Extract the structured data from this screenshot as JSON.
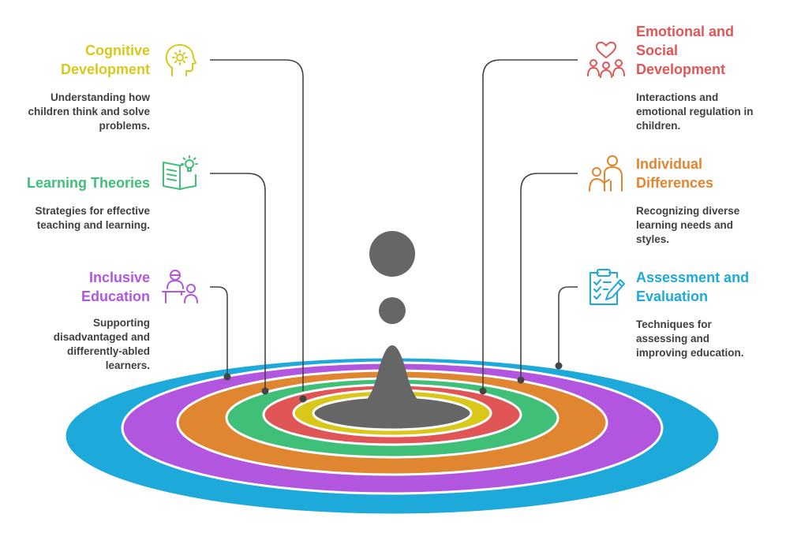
{
  "colors": {
    "cognitive": "#d9c81a",
    "emotional": "#e05556",
    "learning": "#3fbf78",
    "individual": "#e08530",
    "inclusive": "#b256e0",
    "assessment": "#1ea9db",
    "center": "#666666",
    "connector": "#444444"
  },
  "icons": {
    "cognitive": "head-gear-icon",
    "emotional": "heart-people-icon",
    "learning": "book-lightbulb-icon",
    "individual": "parent-child-icon",
    "inclusive": "student-teacher-icon",
    "assessment": "clipboard-pencil-icon"
  },
  "labels": {
    "cognitive": {
      "title": "Cognitive\nDevelopment",
      "desc": "Understanding how\nchildren think and solve\nproblems."
    },
    "learning": {
      "title": "Learning Theories",
      "desc": "Strategies for effective\nteaching and learning."
    },
    "inclusive": {
      "title": "Inclusive\nEducation",
      "desc": "Supporting\ndisadvantaged and\ndifferently-abled\nlearners."
    },
    "emotional": {
      "title": "Emotional and\nSocial\nDevelopment",
      "desc": "Interactions and\nemotional regulation in\nchildren."
    },
    "individual": {
      "title": "Individual\nDifferences",
      "desc": "Recognizing diverse\nlearning needs and\nstyles."
    },
    "assessment": {
      "title": "Assessment and\nEvaluation",
      "desc": "Techniques for\nassessing and\nimproving education."
    }
  }
}
